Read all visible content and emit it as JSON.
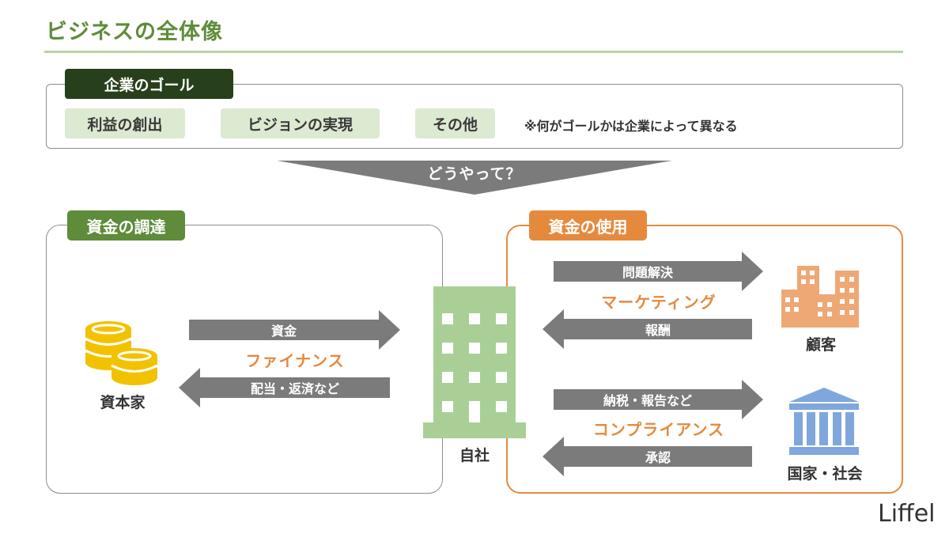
{
  "title": "ビジネスの全体像",
  "goal": {
    "tag": "企業のゴール",
    "items": [
      "利益の創出",
      "ビジョンの実現",
      "その他"
    ],
    "note": "※何がゴールかは企業によって異なる"
  },
  "how": "どうやって？",
  "funding": {
    "tag": "資金の調達",
    "investor_label": "資本家",
    "arrow_in_label": "資金",
    "arrow_out_label": "配当・返済など",
    "category_label": "ファイナンス"
  },
  "company_label": "自社",
  "usage": {
    "tag": "資金の使用",
    "customer": {
      "label": "顧客",
      "arrow_out_label": "問題解決",
      "arrow_in_label": "報酬",
      "category_label": "マーケティング"
    },
    "state": {
      "label": "国家・社会",
      "arrow_out_label": "納税・報告など",
      "arrow_in_label": "承認",
      "category_label": "コンプライアンス"
    }
  },
  "logo": "Liffel",
  "colors": {
    "green": "#5e8c3a",
    "dark_green": "#27401b",
    "light_green": "#dcead1",
    "orange": "#e58a3d",
    "gray_arrow": "#7b7b7b",
    "building_green": "#a9cf97",
    "building_orange": "#eea876",
    "bank_blue": "#7fa7db",
    "coin_gold": "#f2c200"
  }
}
